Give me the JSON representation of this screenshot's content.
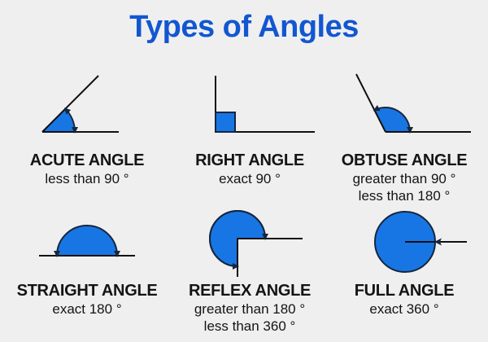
{
  "title": "Types of Angles",
  "colors": {
    "background": "#efeff0",
    "title_blue": "#1257d0",
    "shape_fill": "#1876e4",
    "shape_stroke": "#16263c",
    "line_black": "#111111",
    "text_black": "#141414"
  },
  "cards": [
    {
      "id": "acute-angle",
      "title": "ACUTE ANGLE",
      "lines": [
        "less than 90 °"
      ]
    },
    {
      "id": "right-angle",
      "title": "RIGHT ANGLE",
      "lines": [
        "exact 90 °"
      ]
    },
    {
      "id": "obtuse-angle",
      "title": "OBTUSE ANGLE",
      "lines": [
        "greater than 90 °",
        "less than 180 °"
      ]
    },
    {
      "id": "straight-angle",
      "title": "STRAIGHT ANGLE",
      "lines": [
        "exact 180 °"
      ]
    },
    {
      "id": "reflex-angle",
      "title": "REFLEX ANGLE",
      "lines": [
        "greater than 180 °",
        "less than 360 °"
      ]
    },
    {
      "id": "full-angle",
      "title": "FULL ANGLE",
      "lines": [
        "exact 360 °"
      ]
    }
  ]
}
